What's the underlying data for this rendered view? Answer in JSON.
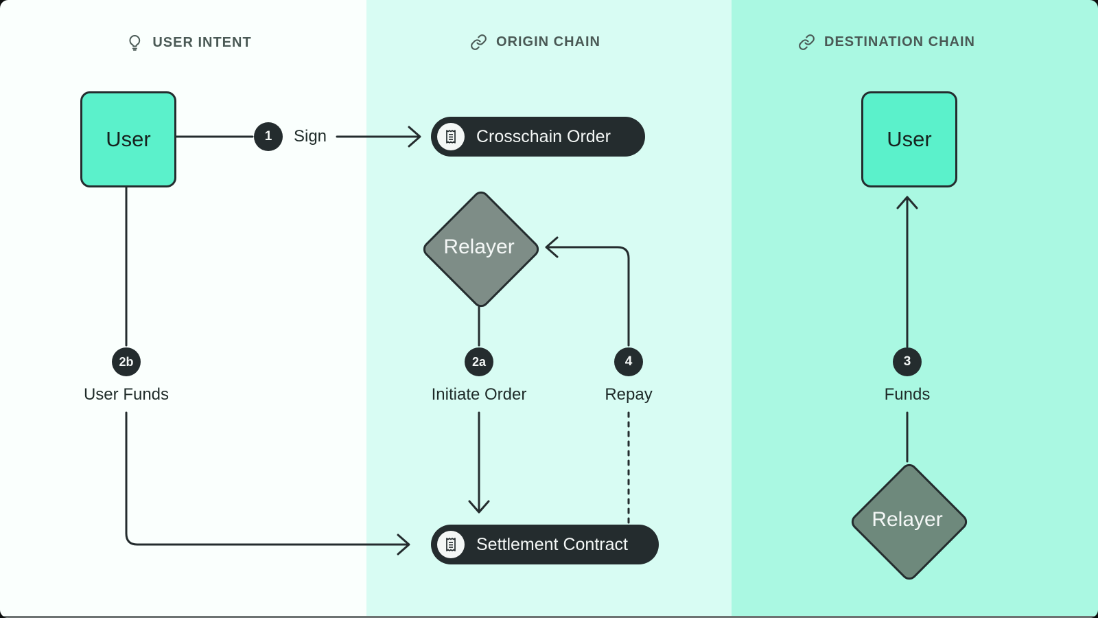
{
  "panels": [
    {
      "header": "USER INTENT",
      "icon": "lightbulb-icon"
    },
    {
      "header": "ORIGIN CHAIN",
      "icon": "chain-link-icon"
    },
    {
      "header": "DESTINATION CHAIN",
      "icon": "chain-link-icon"
    }
  ],
  "nodes": {
    "user_left": {
      "label": "User"
    },
    "user_right": {
      "label": "User"
    },
    "relayer_origin": {
      "label": "Relayer"
    },
    "relayer_destination": {
      "label": "Relayer"
    },
    "crosschain_order": {
      "label": "Crosschain Order",
      "icon": "receipt-icon"
    },
    "settlement_contract": {
      "label": "Settlement Contract",
      "icon": "receipt-icon"
    }
  },
  "steps": {
    "sign": {
      "badge": "1",
      "label": "Sign"
    },
    "initiate_order": {
      "badge": "2a",
      "label": "Initiate Order"
    },
    "user_funds": {
      "badge": "2b",
      "label": "User Funds"
    },
    "funds": {
      "badge": "3",
      "label": "Funds"
    },
    "repay": {
      "badge": "4",
      "label": "Repay"
    }
  },
  "colors": {
    "panel-left": "#fafffd",
    "panel-mid": "#d8fcf3",
    "panel-right": "#aaf8e2",
    "node-fill": "#5bf1cb",
    "ink": "#242c2e",
    "diamond-mid": "#7e8d87",
    "diamond-right": "#6e897c",
    "header-ink": "#4a5955",
    "paper": "#f4f7f6"
  }
}
